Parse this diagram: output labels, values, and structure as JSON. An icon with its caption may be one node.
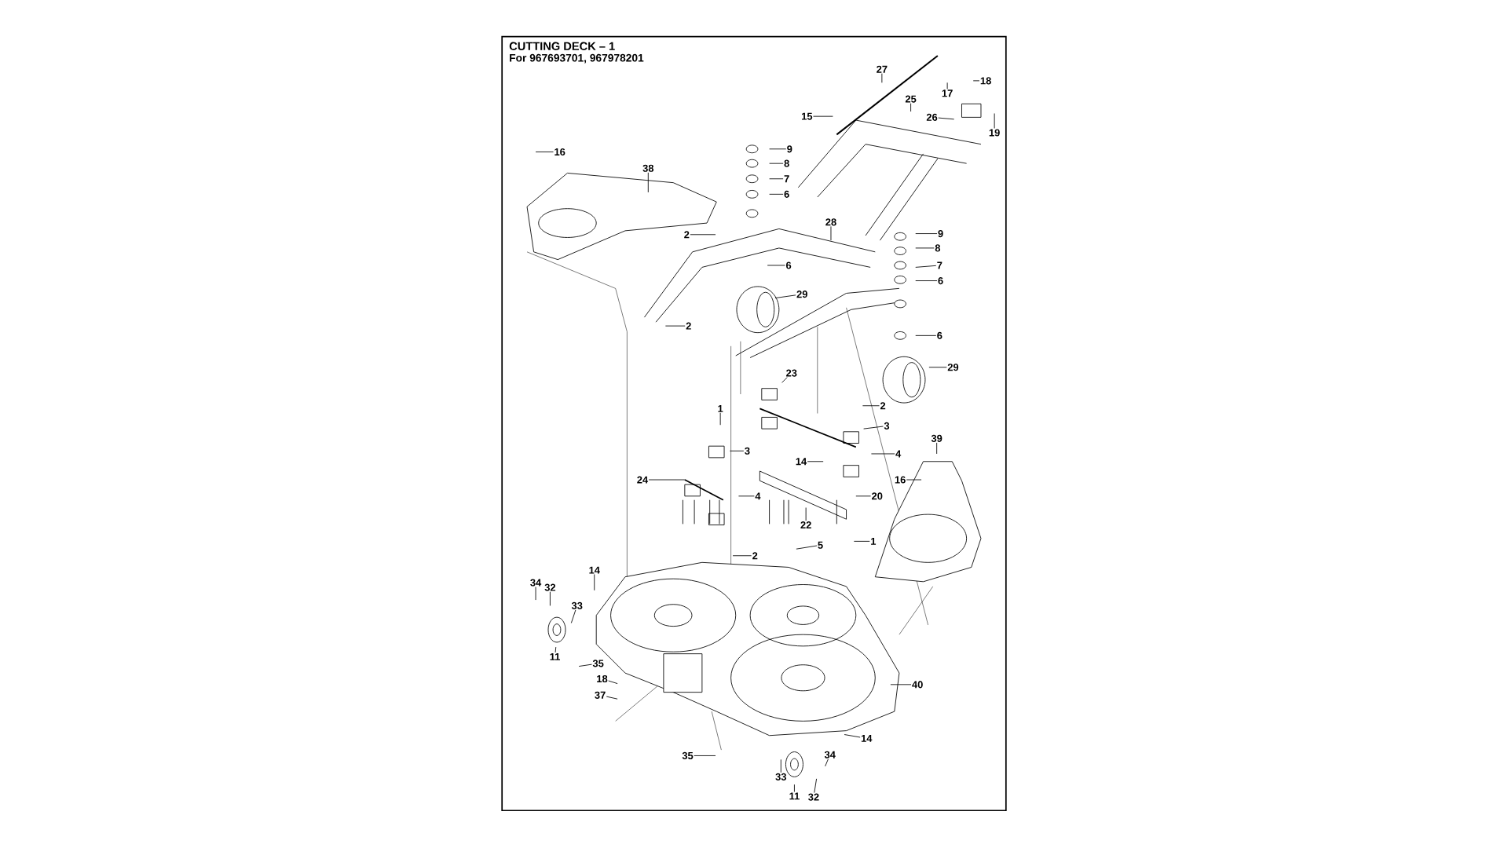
{
  "diagram": {
    "title": "CUTTING DECK – 1",
    "labels": [
      "For 967693701, 967978201"
    ],
    "nodes": [
      {
        "text": [
          "27"
        ]
      },
      {
        "text": [
          "18"
        ]
      },
      {
        "text": [
          "17"
        ]
      },
      {
        "text": [
          "25"
        ]
      },
      {
        "text": [
          "26"
        ]
      },
      {
        "text": [
          "19"
        ]
      },
      {
        "text": [
          "15"
        ]
      },
      {
        "text": [
          "16"
        ]
      },
      {
        "text": [
          "38"
        ]
      },
      {
        "text": [
          "9"
        ]
      },
      {
        "text": [
          "8"
        ]
      },
      {
        "text": [
          "7"
        ]
      },
      {
        "text": [
          "6"
        ]
      },
      {
        "text": [
          "2"
        ]
      },
      {
        "text": [
          "28"
        ]
      },
      {
        "text": [
          "6"
        ]
      },
      {
        "text": [
          "29"
        ]
      },
      {
        "text": [
          "2"
        ]
      },
      {
        "text": [
          "9"
        ]
      },
      {
        "text": [
          "8"
        ]
      },
      {
        "text": [
          "7"
        ]
      },
      {
        "text": [
          "6"
        ]
      },
      {
        "text": [
          "6"
        ]
      },
      {
        "text": [
          "29"
        ]
      },
      {
        "text": [
          "23"
        ]
      },
      {
        "text": [
          "1"
        ]
      },
      {
        "text": [
          "2"
        ]
      },
      {
        "text": [
          "3"
        ]
      },
      {
        "text": [
          "3"
        ]
      },
      {
        "text": [
          "39"
        ]
      },
      {
        "text": [
          "4"
        ]
      },
      {
        "text": [
          "14"
        ]
      },
      {
        "text": [
          "16"
        ]
      },
      {
        "text": [
          "24"
        ]
      },
      {
        "text": [
          "4"
        ]
      },
      {
        "text": [
          "20"
        ]
      },
      {
        "text": [
          "22"
        ]
      },
      {
        "text": [
          "1"
        ]
      },
      {
        "text": [
          "5"
        ]
      },
      {
        "text": [
          "2"
        ]
      },
      {
        "text": [
          "14"
        ]
      },
      {
        "text": [
          "34"
        ]
      },
      {
        "text": [
          "32"
        ]
      },
      {
        "text": [
          "33"
        ]
      },
      {
        "text": [
          "11"
        ]
      },
      {
        "text": [
          "35"
        ]
      },
      {
        "text": [
          "18"
        ]
      },
      {
        "text": [
          "37"
        ]
      },
      {
        "text": [
          "40"
        ]
      },
      {
        "text": [
          "14"
        ]
      },
      {
        "text": [
          "35"
        ]
      },
      {
        "text": [
          "34"
        ]
      },
      {
        "text": [
          "33"
        ]
      },
      {
        "text": [
          "11"
        ]
      },
      {
        "text": [
          "32"
        ]
      }
    ],
    "edges": [
      {
        "from": 0,
        "to": null,
        "arrow": "none"
      },
      {
        "from": 1,
        "to": null,
        "arrow": "none"
      },
      {
        "from": 2,
        "to": null,
        "arrow": "none"
      },
      {
        "from": 3,
        "to": null,
        "arrow": "none"
      },
      {
        "from": 4,
        "to": null,
        "arrow": "none"
      },
      {
        "from": 5,
        "to": null,
        "arrow": "none"
      },
      {
        "from": 6,
        "to": null,
        "arrow": "none"
      },
      {
        "from": 7,
        "to": null,
        "arrow": "none"
      },
      {
        "from": 8,
        "to": null,
        "arrow": "none"
      },
      {
        "from": 9,
        "to": null,
        "arrow": "none"
      },
      {
        "from": 10,
        "to": null,
        "arrow": "none"
      },
      {
        "from": 11,
        "to": null,
        "arrow": "none"
      },
      {
        "from": 12,
        "to": null,
        "arrow": "none"
      },
      {
        "from": 13,
        "to": null,
        "arrow": "none"
      },
      {
        "from": 14,
        "to": null,
        "arrow": "none"
      },
      {
        "from": 15,
        "to": null,
        "arrow": "none"
      },
      {
        "from": 16,
        "to": null,
        "arrow": "none"
      },
      {
        "from": 17,
        "to": null,
        "arrow": "none"
      },
      {
        "from": 18,
        "to": null,
        "arrow": "none"
      },
      {
        "from": 19,
        "to": null,
        "arrow": "none"
      },
      {
        "from": 20,
        "to": null,
        "arrow": "none"
      },
      {
        "from": 21,
        "to": null,
        "arrow": "none"
      },
      {
        "from": 22,
        "to": null,
        "arrow": "none"
      },
      {
        "from": 23,
        "to": null,
        "arrow": "none"
      },
      {
        "from": 24,
        "to": null,
        "arrow": "none"
      },
      {
        "from": 25,
        "to": null,
        "arrow": "none"
      },
      {
        "from": 26,
        "to": null,
        "arrow": "none"
      },
      {
        "from": 27,
        "to": null,
        "arrow": "none"
      },
      {
        "from": 28,
        "to": null,
        "arrow": "none"
      },
      {
        "from": 29,
        "to": null,
        "arrow": "none"
      },
      {
        "from": 30,
        "to": null,
        "arrow": "none"
      },
      {
        "from": 31,
        "to": null,
        "arrow": "none"
      },
      {
        "from": 32,
        "to": null,
        "arrow": "none"
      },
      {
        "from": 33,
        "to": null,
        "arrow": "none"
      },
      {
        "from": 34,
        "to": null,
        "arrow": "none"
      },
      {
        "from": 35,
        "to": null,
        "arrow": "none"
      },
      {
        "from": 36,
        "to": null,
        "arrow": "none"
      },
      {
        "from": 37,
        "to": null,
        "arrow": "none"
      },
      {
        "from": 38,
        "to": null,
        "arrow": "none"
      },
      {
        "from": 39,
        "to": null,
        "arrow": "none"
      },
      {
        "from": 40,
        "to": null,
        "arrow": "none"
      },
      {
        "from": 41,
        "to": null,
        "arrow": "none"
      },
      {
        "from": 42,
        "to": null,
        "arrow": "none"
      },
      {
        "from": 43,
        "to": null,
        "arrow": "none"
      },
      {
        "from": 44,
        "to": null,
        "arrow": "none"
      },
      {
        "from": 45,
        "to": null,
        "arrow": "none"
      },
      {
        "from": 46,
        "to": null,
        "arrow": "none"
      },
      {
        "from": 47,
        "to": null,
        "arrow": "none"
      },
      {
        "from": 48,
        "to": null,
        "arrow": "none"
      },
      {
        "from": 49,
        "to": null,
        "arrow": "none"
      },
      {
        "from": 50,
        "to": null,
        "arrow": "none"
      },
      {
        "from": 51,
        "to": null,
        "arrow": "none"
      },
      {
        "from": 52,
        "to": null,
        "arrow": "none"
      },
      {
        "from": 53,
        "to": null,
        "arrow": "none"
      },
      {
        "from": 54,
        "to": null,
        "arrow": "none"
      }
    ]
  }
}
